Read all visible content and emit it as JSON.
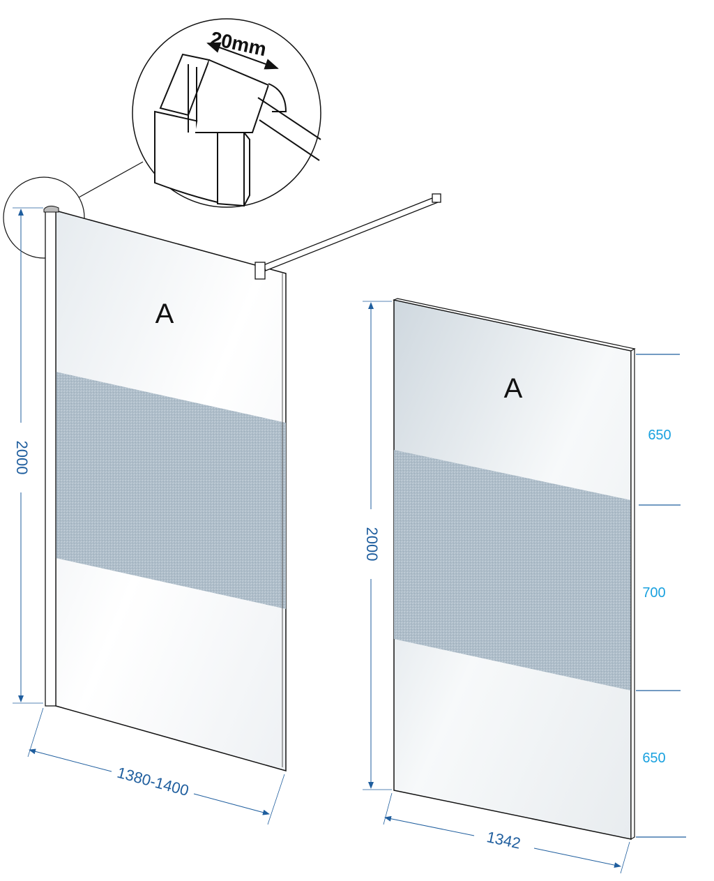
{
  "detail": {
    "profile_width_label": "20mm"
  },
  "left_panel": {
    "label": "A",
    "height_label": "2000",
    "width_label": "1380-1400"
  },
  "right_panel": {
    "label": "A",
    "height_label": "2000",
    "width_label": "1342",
    "sections": [
      {
        "label": "650"
      },
      {
        "label": "700"
      },
      {
        "label": "650"
      }
    ]
  },
  "colors": {
    "dimension_dark": "#1f5e9e",
    "dimension_cyan": "#19a1df",
    "frosted_band": "#aebdc9"
  }
}
